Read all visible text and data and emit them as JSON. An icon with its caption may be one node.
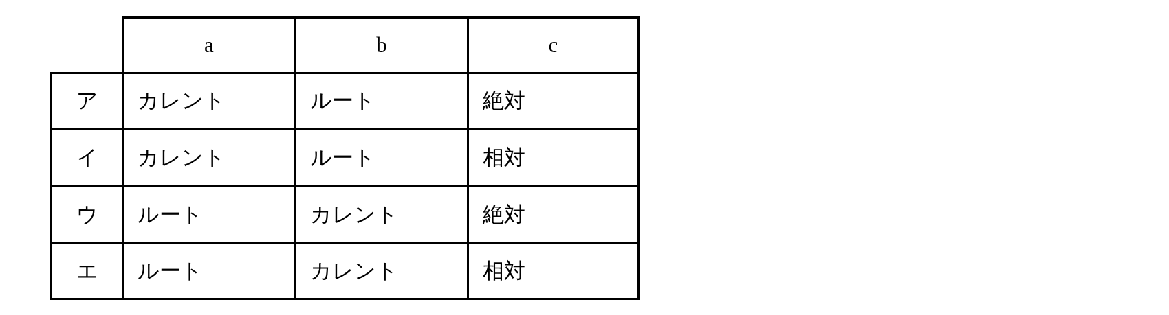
{
  "diagram": {
    "labels": [
      "a",
      "b",
      "c",
      "ア",
      "カレント",
      "ルート",
      "絶対",
      "イ",
      "カレント",
      "ルート",
      "相対",
      "ウ",
      "ルート",
      "カレント",
      "絶対",
      "エ",
      "ルート",
      "カレント",
      "相対"
    ]
  }
}
